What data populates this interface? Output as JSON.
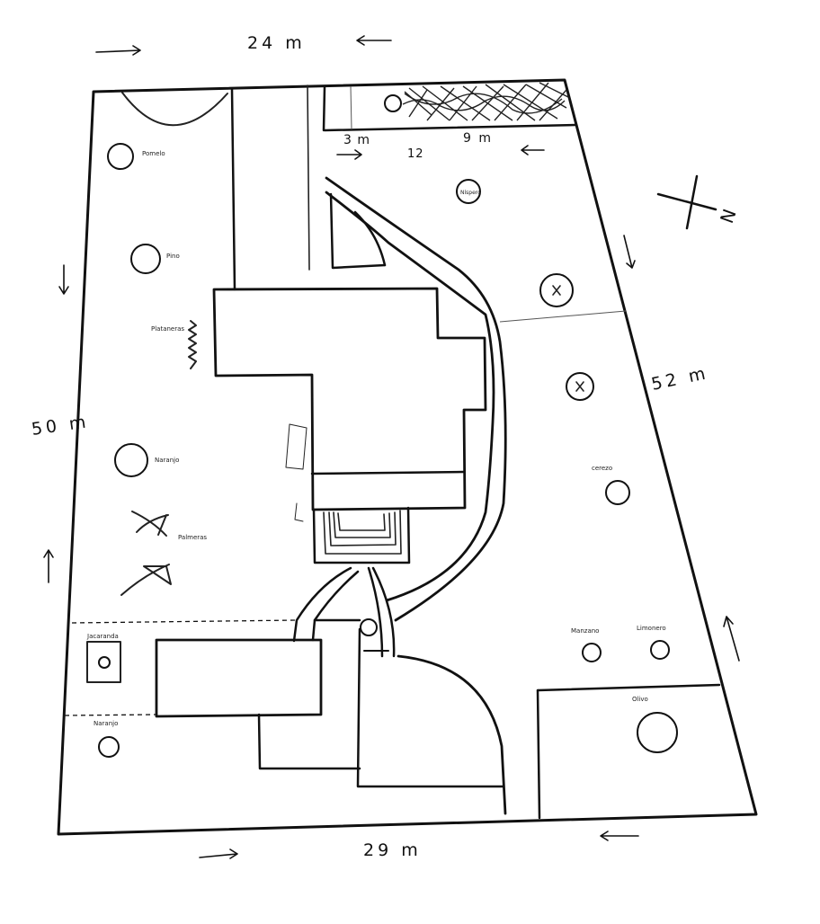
{
  "dimensions": {
    "top": "24 m",
    "bottom": "29 m",
    "left": "50 m",
    "right": "52 m",
    "inner_a": "3 m",
    "inner_b": "12",
    "inner_c": "9 m"
  },
  "compass_label": "N",
  "plants": {
    "pomelo": "Pomelo",
    "pino": "Pino",
    "plataneras": "Plataneras",
    "naranjo_1": "Naranjo",
    "palmeras": "Palmeras",
    "jacaranda": "Jacaranda",
    "naranjo_2": "Naranjo",
    "cerezo": "cerezo",
    "manzano": "Manzano",
    "limonero": "Limonero",
    "olivo": "Olivo",
    "nispero": "Níspero"
  }
}
